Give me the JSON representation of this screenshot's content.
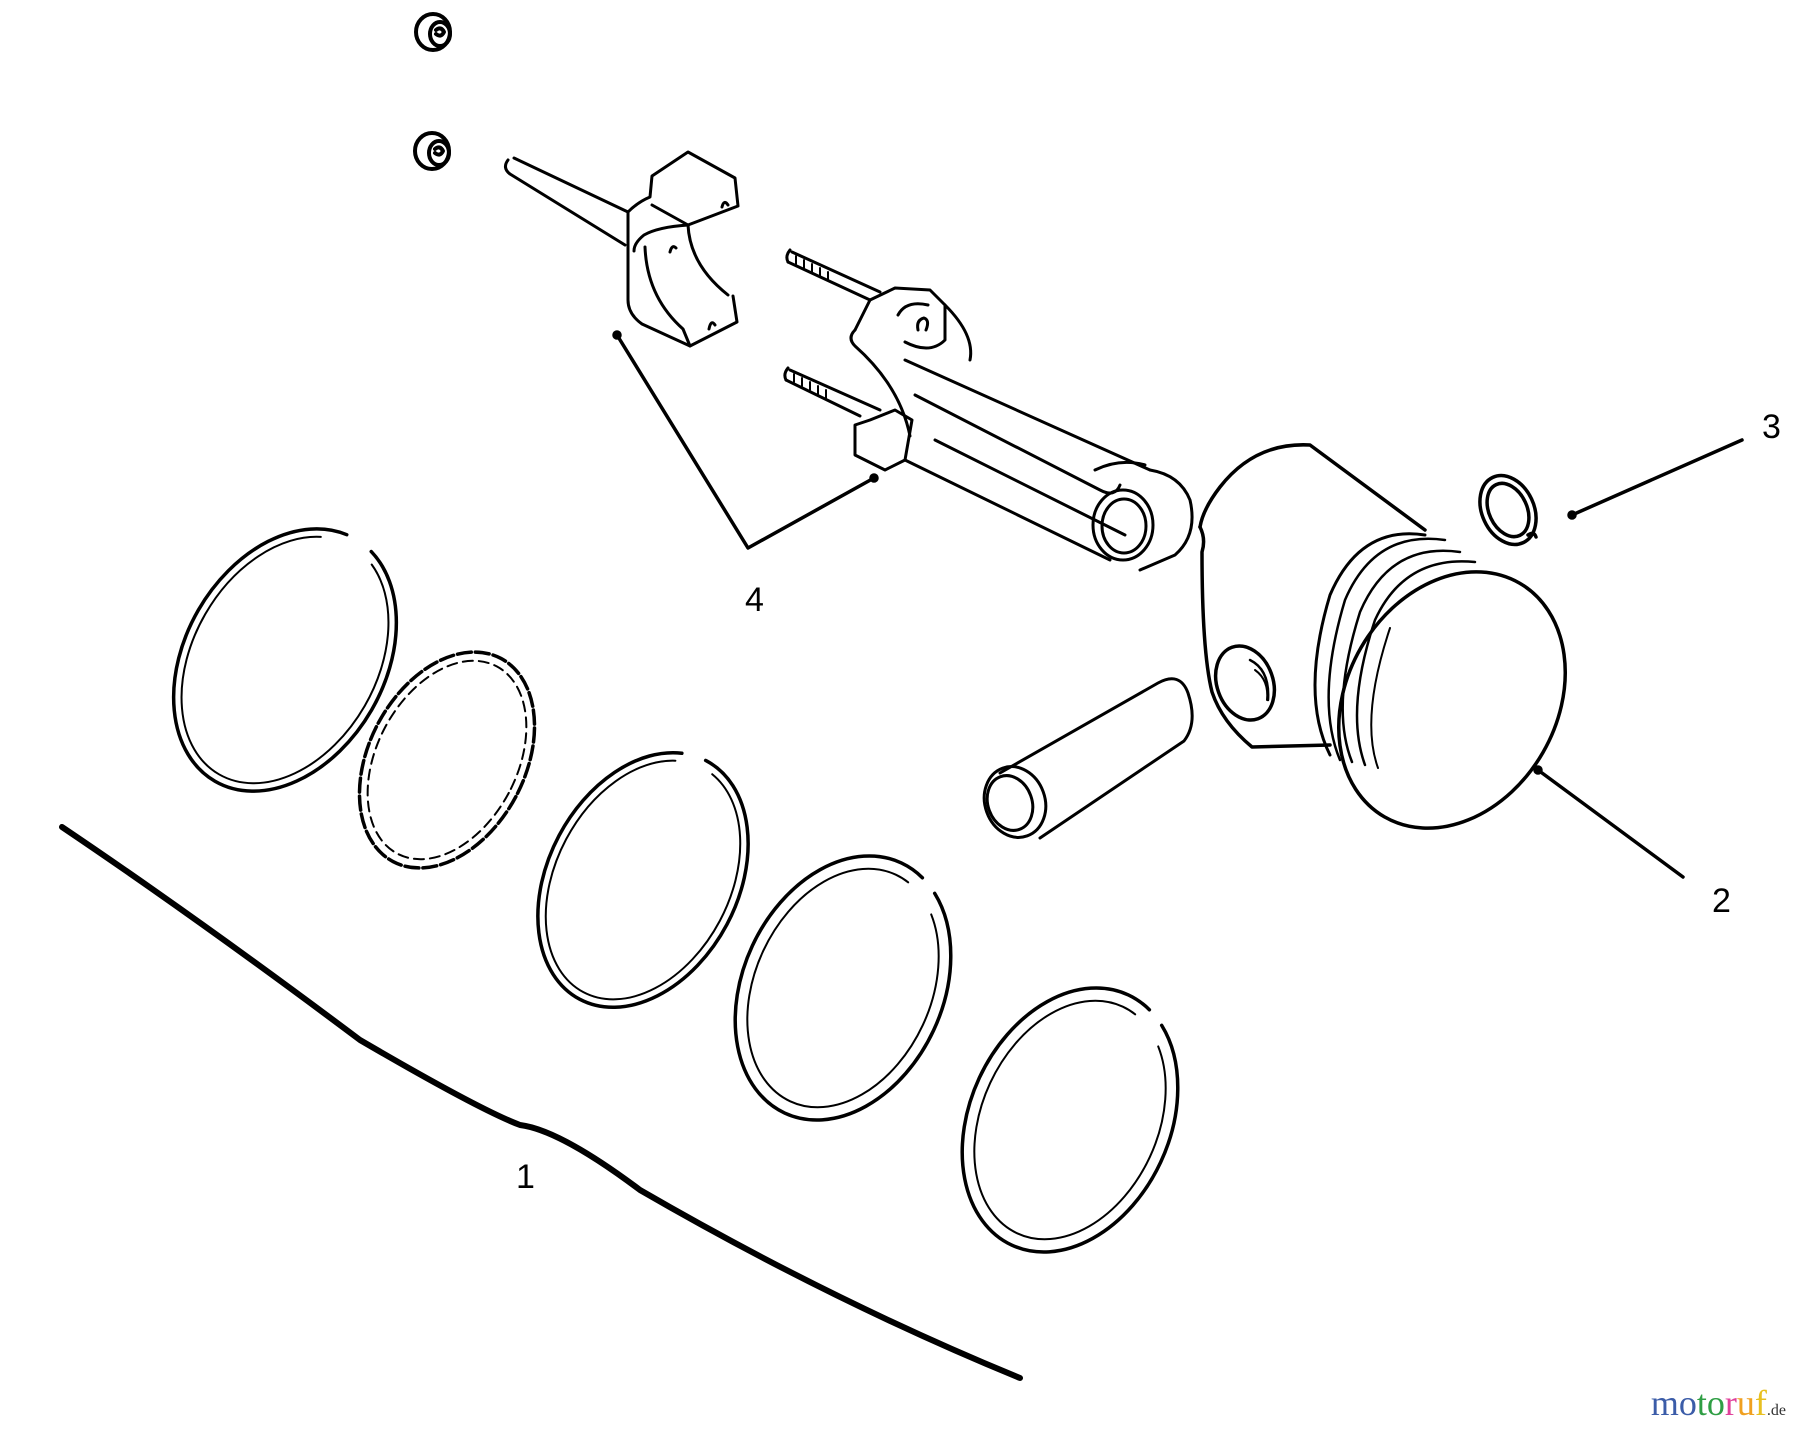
{
  "diagram": {
    "type": "exploded-parts-diagram",
    "subject": "piston, piston rings and connecting rod assembly",
    "callouts": [
      {
        "id": "1",
        "label": "1",
        "part": "piston ring set (5 rings)"
      },
      {
        "id": "2",
        "label": "2",
        "part": "piston with pin"
      },
      {
        "id": "3",
        "label": "3",
        "part": "retaining ring / circlip"
      },
      {
        "id": "4",
        "label": "4",
        "part": "connecting rod with cap"
      }
    ],
    "components": [
      "nut",
      "nut",
      "connecting-rod-cap",
      "connecting-rod",
      "piston",
      "piston-pin",
      "circlip",
      "compression-ring-top",
      "oil-ring-expander",
      "compression-ring-second",
      "oil-ring-rail-1",
      "oil-ring-rail-2"
    ]
  },
  "watermark": {
    "letters": [
      {
        "ch": "m",
        "color": "#3b5ca8"
      },
      {
        "ch": "o",
        "color": "#3b5ca8"
      },
      {
        "ch": "t",
        "color": "#2f9e44"
      },
      {
        "ch": "o",
        "color": "#2f9e44"
      },
      {
        "ch": "r",
        "color": "#e0409a"
      },
      {
        "ch": "u",
        "color": "#f0a020"
      },
      {
        "ch": "f",
        "color": "#e8c020"
      }
    ],
    "tld": ".de"
  }
}
